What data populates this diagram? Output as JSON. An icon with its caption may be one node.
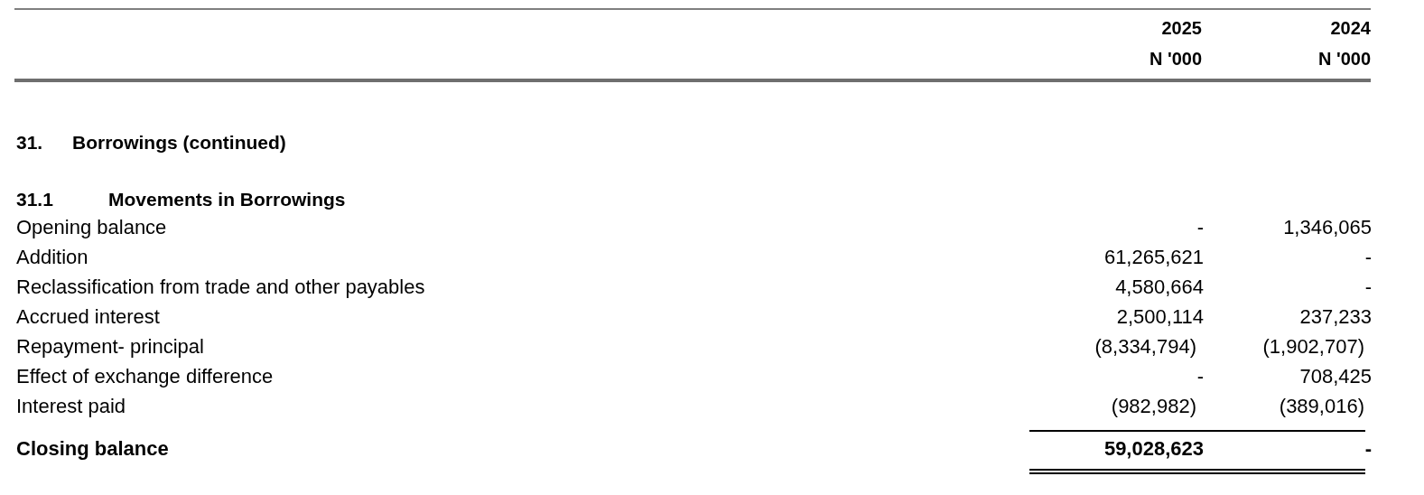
{
  "diagram": {
    "labels": [
      "2025",
      "N '000",
      "2024",
      "N '000",
      "31.",
      "Borrowings (continued)",
      "31.1",
      "Movements in Borrowings",
      "Opening balance",
      "-",
      "1,346,065",
      "Addition",
      "61,265,621",
      "-",
      "Reclassification from trade and other payables",
      "4,580,664",
      "-",
      "Accrued interest",
      "2,500,114",
      "237,233",
      "Repayment- principal",
      "(8,334,794)",
      "(1,902,707)",
      "Effect of exchange difference",
      "-",
      "708,425",
      "Interest paid",
      "(982,982)",
      "(389,016)",
      "Closing balance",
      "59,028,623",
      "-"
    ]
  }
}
